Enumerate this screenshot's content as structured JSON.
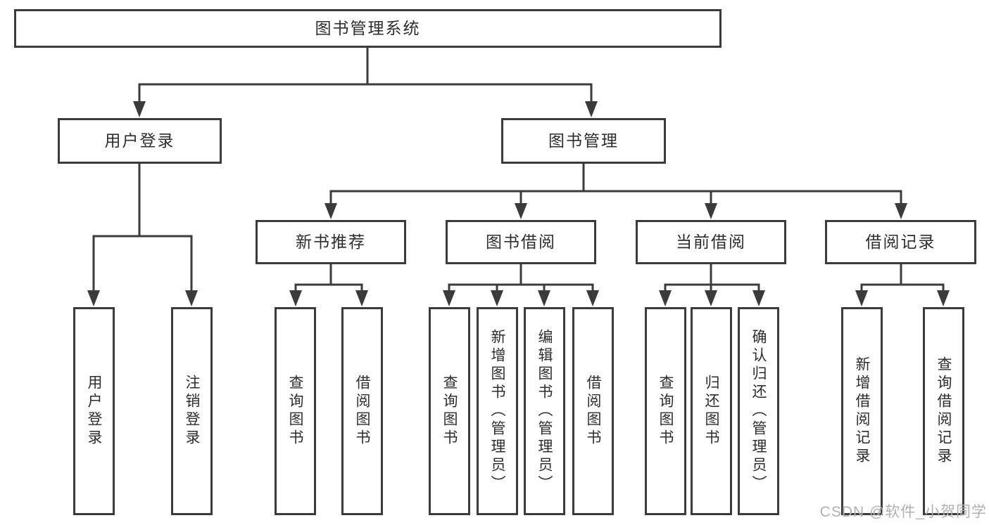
{
  "diagram": {
    "type": "hierarchy-tree",
    "root": {
      "label": "图书管理系统",
      "children": [
        {
          "label": "用户登录",
          "children": [
            {
              "label": "用户登录"
            },
            {
              "label": "注销登录"
            }
          ]
        },
        {
          "label": "图书管理",
          "children": [
            {
              "label": "新书推荐",
              "children": [
                {
                  "label": "查询图书"
                },
                {
                  "label": "借阅图书"
                }
              ]
            },
            {
              "label": "图书借阅",
              "children": [
                {
                  "label": "查询图书"
                },
                {
                  "label": "新增图书（管理员）"
                },
                {
                  "label": "编辑图书（管理员）"
                },
                {
                  "label": "借阅图书"
                }
              ]
            },
            {
              "label": "当前借阅",
              "children": [
                {
                  "label": "查询图书"
                },
                {
                  "label": "归还图书"
                },
                {
                  "label": "确认归还（管理员）"
                }
              ]
            },
            {
              "label": "借阅记录",
              "children": [
                {
                  "label": "新增借阅记录"
                },
                {
                  "label": "查询借阅记录"
                }
              ]
            }
          ]
        }
      ]
    },
    "colors": {
      "line": "#3b3b3b",
      "text": "#2d2d2d",
      "background": "#ffffff",
      "watermark": "#b0b0b0"
    }
  },
  "watermark": "CSDN @软件_小贺同学"
}
